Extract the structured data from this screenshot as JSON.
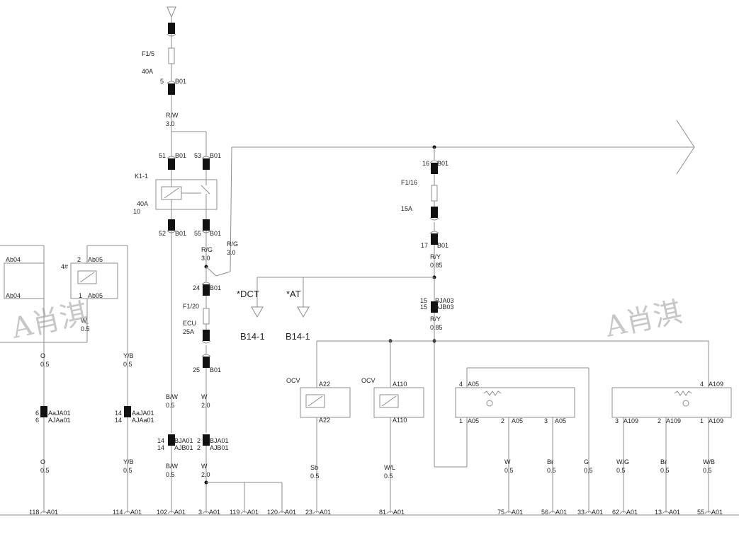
{
  "fuse_main": {
    "name": "F1/5",
    "rating": "40A"
  },
  "relay": {
    "name": "K1-1",
    "rating": "40A",
    "extra": "10"
  },
  "fuse_ecu": {
    "name": "F1/20",
    "label": "ECU",
    "rating": "25A"
  },
  "fuse_16": {
    "name": "F1/16",
    "rating": "15A"
  },
  "wires": {
    "rw": "R/W",
    "rw_size": "3.0",
    "rg1": "R/G",
    "rg1_size": "3.0",
    "rg2": "R/G",
    "rg2_size": "3.0",
    "ry1": "R/Y",
    "ry1_size": "0.85",
    "ry2": "R/Y",
    "ry2_size": "0.85",
    "o": "O",
    "o_size": "0.5",
    "yb": "Y/B",
    "yb_size": "0.5",
    "bw": "B/W",
    "bw_size": "0.5",
    "w": "W",
    "w_size": "2.0",
    "w05": "W",
    "w05_size": "0.5",
    "sb": "Sb",
    "sb_size": "0.5",
    "wl": "W/L",
    "wl_size": "0.5",
    "w_b": "W",
    "w_b_size": "0.5",
    "br": "Br",
    "br_size": "0.5",
    "g": "G",
    "g_size": "0.5",
    "wg": "W/G",
    "wg_size": "0.5",
    "br2": "Br",
    "br2_size": "0.5",
    "wb": "W/B",
    "wb_size": "0.5"
  },
  "pins": {
    "p5": "5",
    "b01_a": "B01",
    "p51": "51",
    "p53": "53",
    "p52": "52",
    "p55": "55",
    "p24": "24",
    "p25": "25",
    "p16": "16",
    "p17": "17",
    "p15a": "15",
    "p15b": "15",
    "bja03": "BJA03",
    "ajb03": "AJB03",
    "ab04": "Ab04",
    "ab05": "Ab05",
    "p2": "2",
    "p1": "1",
    "p4hash": "4#",
    "p6a": "6",
    "p6b": "6",
    "aja01": "AaJA01",
    "aja01b": "AJAa01",
    "p14a": "14",
    "p14b": "14",
    "p14c": "14",
    "p14d": "14",
    "bja01": "BJA01",
    "ajb01": "AJB01",
    "aja01c": "AaJA01",
    "aja01d": "AJAa01",
    "p2a": "2",
    "p2b": "2",
    "a22": "A22",
    "a110": "A110",
    "a05": "A05",
    "a109": "A109",
    "p4": "4",
    "p3": "3"
  },
  "bottom": [
    {
      "n": "118",
      "c": "A01"
    },
    {
      "n": "114",
      "c": "A01"
    },
    {
      "n": "102",
      "c": "A01"
    },
    {
      "n": "3",
      "c": "A01"
    },
    {
      "n": "119",
      "c": "A01"
    },
    {
      "n": "120",
      "c": "A01"
    },
    {
      "n": "23",
      "c": "A01"
    },
    {
      "n": "81",
      "c": "A01"
    },
    {
      "n": "75",
      "c": "A01"
    },
    {
      "n": "56",
      "c": "A01"
    },
    {
      "n": "33",
      "c": "A01"
    },
    {
      "n": "62",
      "c": "A01"
    },
    {
      "n": "13",
      "c": "A01"
    },
    {
      "n": "55",
      "c": "A01"
    }
  ],
  "refs": {
    "dct": "*DCT",
    "at": "*AT",
    "b14a": "B14-1",
    "b14b": "B14-1"
  },
  "ocv": {
    "left": "OCV",
    "right": "OCV"
  },
  "watermark": {
    "left": "A肖淇",
    "right": "A肖淇"
  }
}
